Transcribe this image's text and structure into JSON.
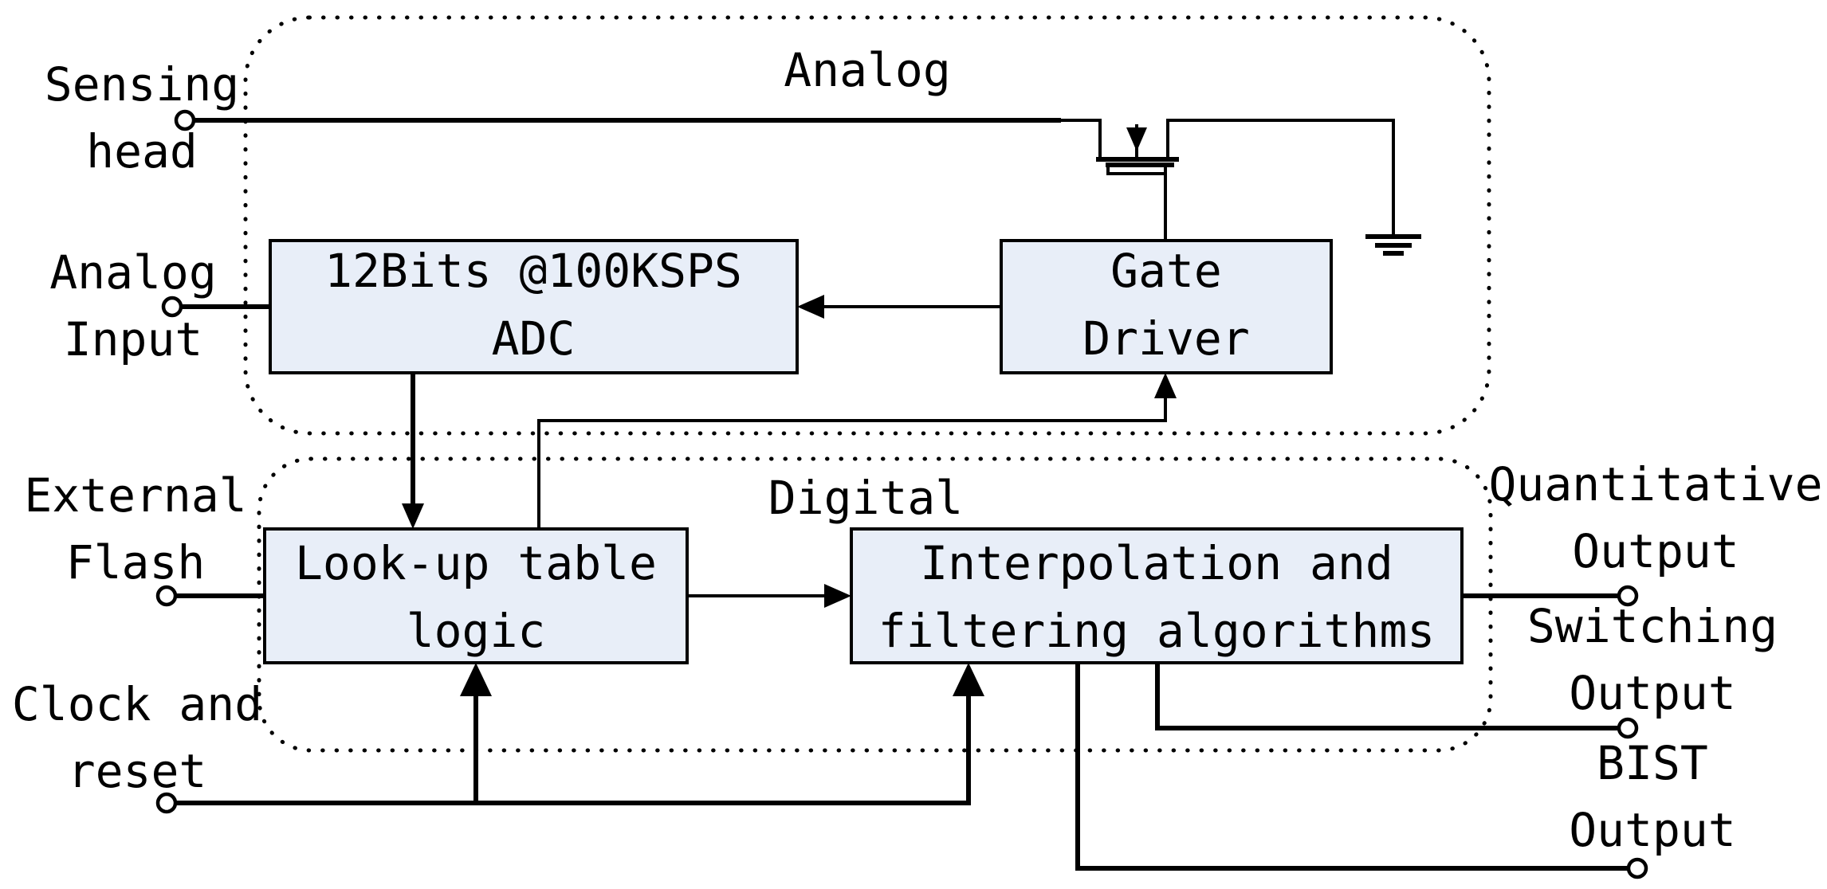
{
  "regions": {
    "analog": "Analog",
    "digital": "Digital"
  },
  "blocks": {
    "adc": {
      "line1": "12Bits @100KSPS",
      "line2": "ADC"
    },
    "gate_driver": {
      "line1": "Gate",
      "line2": "Driver"
    },
    "lut": {
      "line1": "Look-up table",
      "line2": "logic"
    },
    "interp": {
      "line1": "Interpolation and",
      "line2": "filtering algorithms"
    }
  },
  "ports": {
    "sensing_head": {
      "line1": "Sensing",
      "line2": "head"
    },
    "analog_input": {
      "line1": "Analog",
      "line2": "Input"
    },
    "external_flash": {
      "line1": "External",
      "line2": "Flash"
    },
    "clock_reset": {
      "line1": "Clock and",
      "line2": "reset"
    },
    "quantitative_output": {
      "line1": "Quantitative",
      "line2": "Output"
    },
    "switching_output": {
      "line1": "Switching",
      "line2": "Output"
    },
    "bist_output": {
      "line1": "BIST",
      "line2": "Output"
    }
  },
  "colors": {
    "block_fill": "#e8eef8",
    "line": "#000000"
  }
}
